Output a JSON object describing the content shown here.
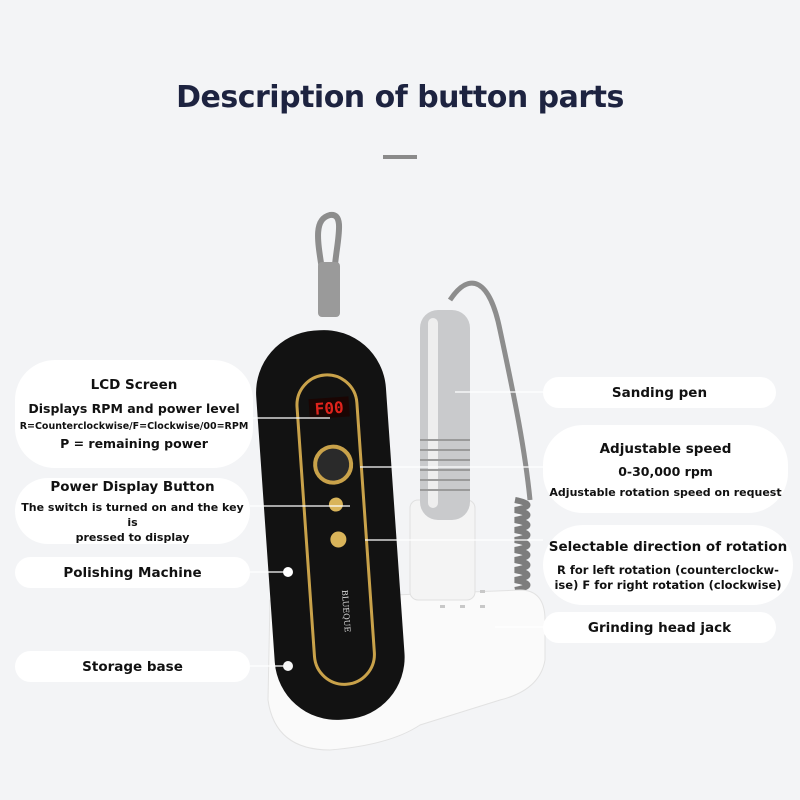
{
  "title": "Description of button parts",
  "left_labels": {
    "lcd": {
      "heading": "LCD Screen",
      "line1": "Displays RPM and power level",
      "line2": "R=Counterclockwise/F=Clockwise/00=RPM",
      "line3": "P = remaining power"
    },
    "power": {
      "heading": "Power Display Button",
      "line1": "The switch is turned on and the key is",
      "line2": "pressed to display"
    },
    "machine": {
      "heading": "Polishing Machine"
    },
    "base": {
      "heading": "Storage base"
    }
  },
  "right_labels": {
    "pen": {
      "heading": "Sanding pen"
    },
    "speed": {
      "heading": "Adjustable speed",
      "line1": "0-30,000 rpm",
      "line2": "Adjustable rotation speed on request"
    },
    "direction": {
      "heading": "Selectable direction of rotation",
      "line1": "R for left rotation (counterclockw-",
      "line2": "ise) F for right rotation (clockwise)"
    },
    "jack": {
      "heading": "Grinding head jack"
    }
  },
  "device": {
    "lcd_display": "F00",
    "brand": "BLUEQUE"
  },
  "colors": {
    "title": "#1d2340",
    "lcd": "#e0231c",
    "gold": "#c9a24a",
    "body": "#111111"
  }
}
